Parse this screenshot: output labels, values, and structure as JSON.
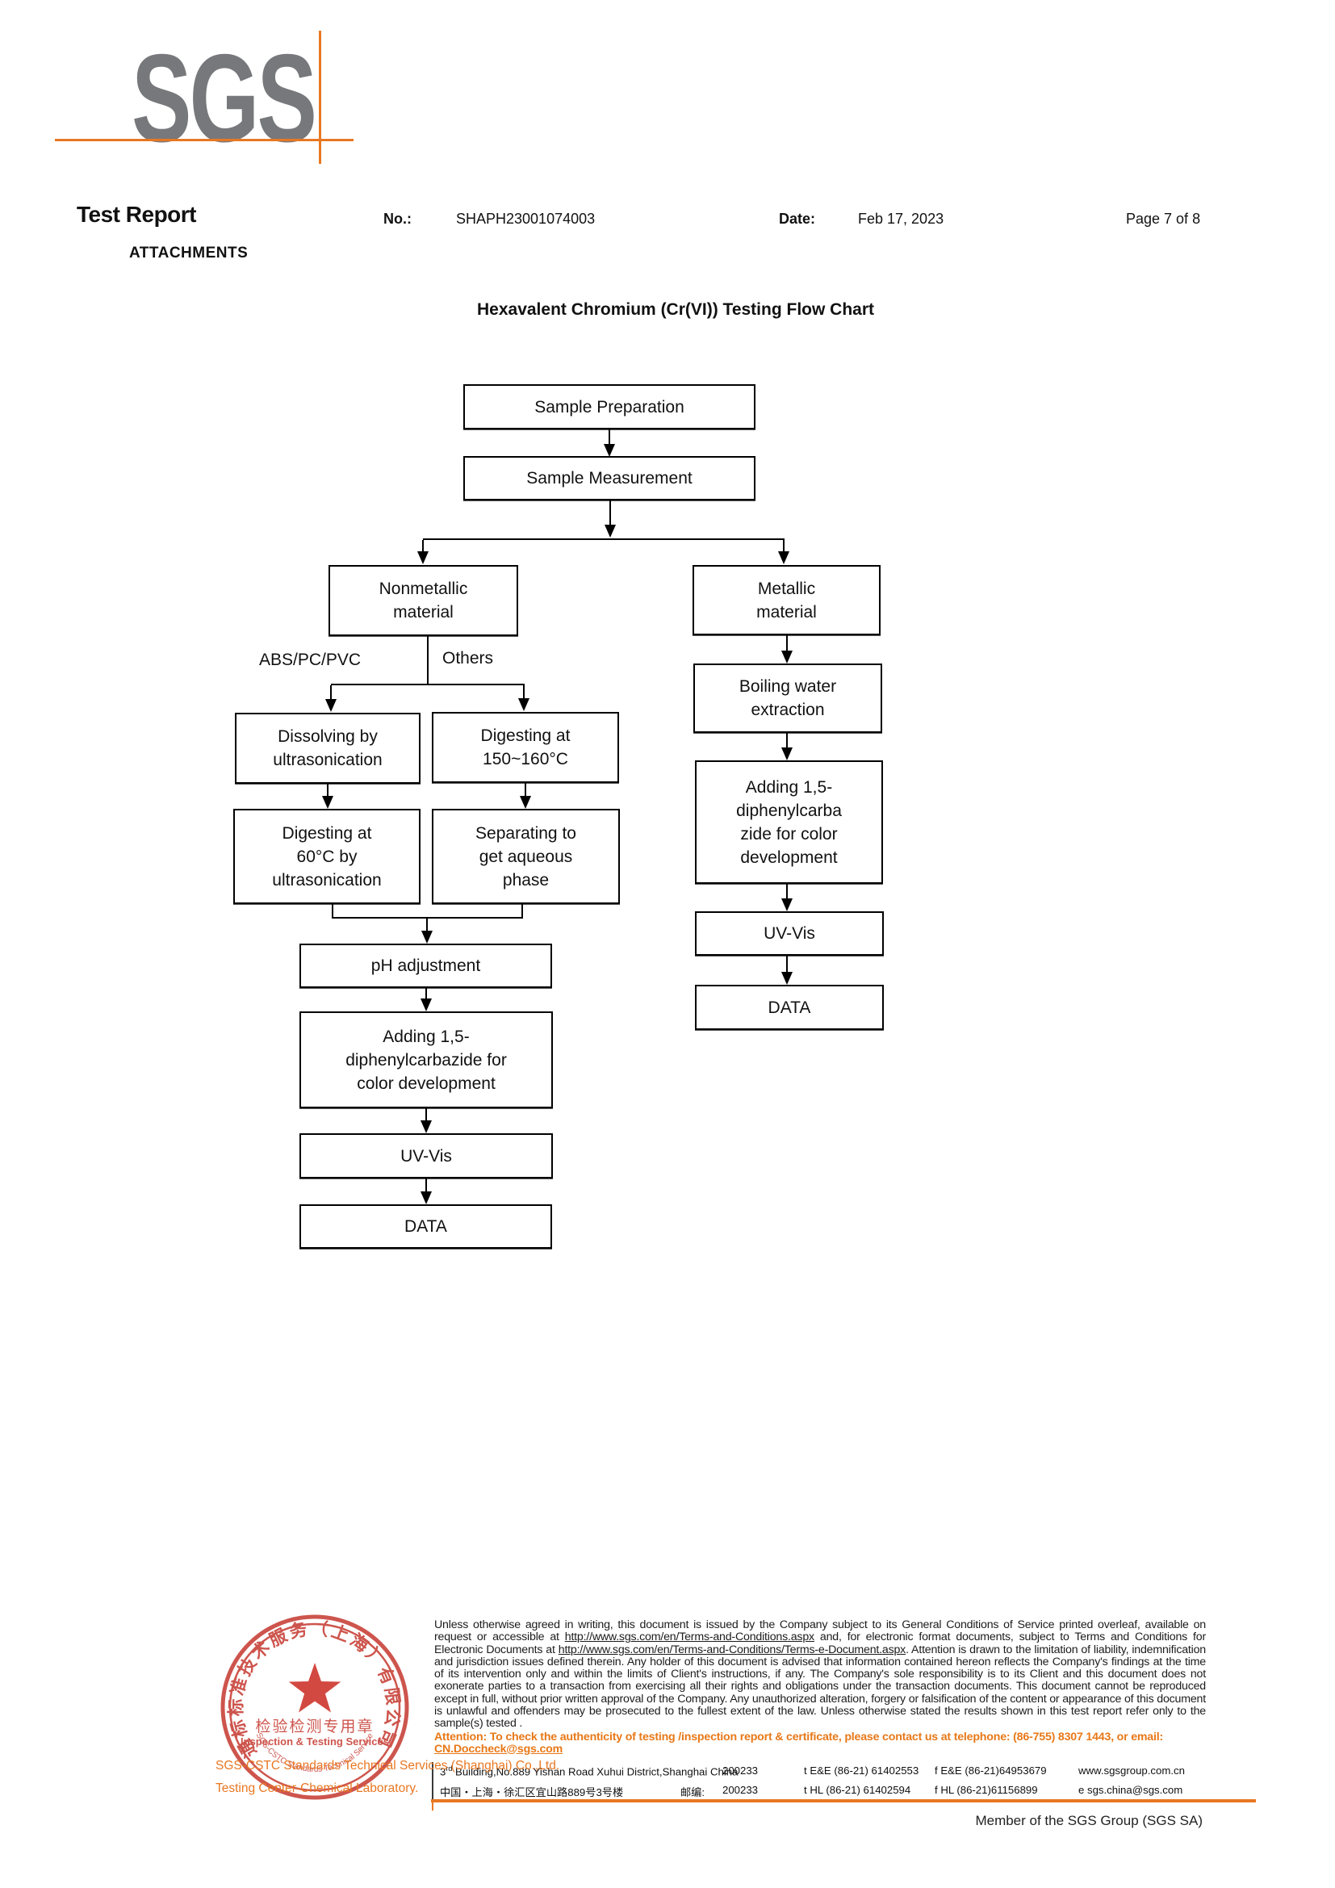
{
  "header": {
    "logo_text": "SGS",
    "report_title": "Test Report",
    "no_label": "No.:",
    "no_value": "SHAPH23001074003",
    "date_label": "Date:",
    "date_value": "Feb 17, 2023",
    "page_info": "Page 7 of 8",
    "attachments_label": "ATTACHMENTS"
  },
  "flowchart": {
    "title": "Hexavalent Chromium (Cr(VI)) Testing Flow Chart",
    "nodes": {
      "sample_preparation": "Sample Preparation",
      "sample_measurement": "Sample Measurement",
      "nonmetallic": [
        "Nonmetallic",
        "material"
      ],
      "metallic": [
        "Metallic",
        "material"
      ],
      "dissolving": [
        "Dissolving by",
        "ultrasonication"
      ],
      "digesting_150": [
        "Digesting at",
        "150~160°C"
      ],
      "boiling_water": [
        "Boiling water",
        "extraction"
      ],
      "adding_dpc_right": [
        "Adding 1,5-",
        "diphenylcarba",
        "zide for color",
        "development"
      ],
      "digesting_60": [
        "Digesting at",
        "60°C by",
        "ultrasonication"
      ],
      "separating": [
        "Separating to",
        "get aqueous",
        "phase"
      ],
      "ph_adjustment": "pH adjustment",
      "adding_dpc_left": [
        "Adding 1,5-",
        "diphenylcarbazide for",
        "color development"
      ],
      "uv_vis_left": "UV-Vis",
      "uv_vis_right": "UV-Vis",
      "data_left": "DATA",
      "data_right": "DATA"
    },
    "edge_labels": {
      "abs_pc_pvc": "ABS/PC/PVC",
      "others": "Others"
    }
  },
  "footer": {
    "company_line1": "SGS-CSTC Standards Technical Services (Shanghai) Co.,Ltd.",
    "company_line2": "Testing Center-Chemical Laboratory.",
    "stamp": {
      "arc_top": "通标标准技术服务（上海）有限公司",
      "arc_bottom": "SGS-CSTC Standards Technical Services (Shanghai)",
      "center_cn": "检验检测专用章",
      "center_en": "Inspection & Testing Services"
    },
    "disclaimer": {
      "p1": "Unless otherwise agreed in writing, this document is issued by the Company subject to its General Conditions of Service printed overleaf, available on request or accessible at ",
      "url1": "http://www.sgs.com/en/Terms-and-Conditions.aspx",
      "p2": " and, for electronic format documents, subject to Terms and Conditions for Electronic Documents at ",
      "url2": "http://www.sgs.com/en/Terms-and-Conditions/Terms-e-Document.aspx",
      "p3": ". Attention is drawn to the limitation of liability, indemnification and jurisdiction issues defined therein. Any holder of this document is advised that information contained hereon reflects the Company's findings at the time of its intervention only and within the limits of Client's instructions, if any. The Company's sole responsibility is to its Client and this document does not exonerate parties to a transaction from exercising all their rights and obligations under the transaction documents. This document cannot be reproduced except in full, without prior written approval of the Company. Any unauthorized alteration, forgery or falsification of the content or appearance of this document is unlawful and offenders may be prosecuted to the fullest extent of the law. Unless otherwise stated the results shown in this test report refer only to the sample(s) tested ."
    },
    "attention": {
      "p1": "Attention: To check the authenticity of testing /inspection report & certificate, please contact us at telephone: (86-755) 8307 1443, or email: ",
      "email": "CN.Doccheck@sgs.com"
    },
    "address": {
      "en_pre": "3",
      "en_sup": "rd",
      "en_rest": " Building,No.889 Yishan Road Xuhui District,Shanghai China",
      "postal1": "200233",
      "tel1": "t E&E (86-21) 61402553",
      "fax1": "f E&E (86-21)64953679",
      "web": "www.sgsgroup.com.cn",
      "cn": "中国・上海・徐汇区宜山路889号3号楼",
      "postal_label": "邮编:",
      "postal2": "200233",
      "tel2": "t HL (86-21) 61402594",
      "fax2": "f HL (86-21)61156899",
      "email": "e  sgs.china@sgs.com"
    },
    "member": "Member of the SGS Group (SGS SA)"
  }
}
